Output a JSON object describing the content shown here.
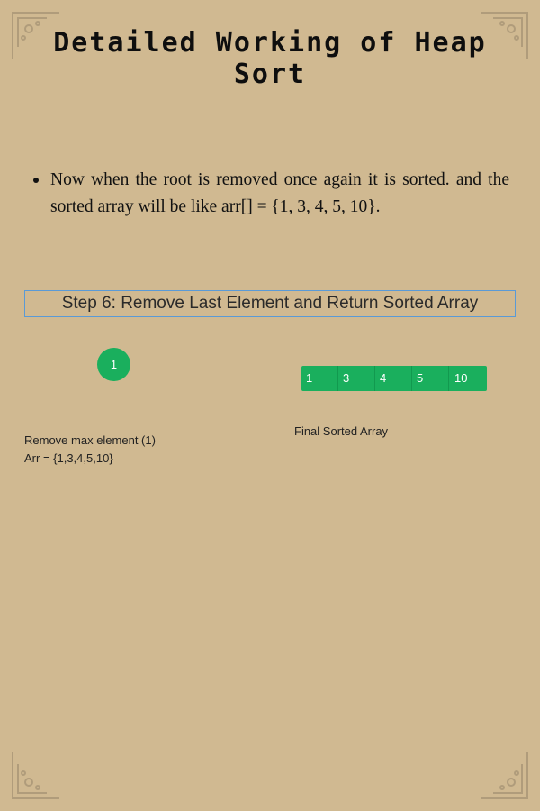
{
  "title": "Detailed Working of Heap Sort",
  "bullets": [
    "Now when the root is removed once again it is sorted. and the sorted array will be like arr[] = {1, 3, 4, 5, 10}."
  ],
  "step": {
    "title": "Step 6: Remove Last Element and Return Sorted Array"
  },
  "heap_node": "1",
  "sorted_array": {
    "values": [
      "1",
      "3",
      "4",
      "5",
      "10"
    ],
    "label": "Final Sorted Array"
  },
  "caption": {
    "line1": "Remove max element (1)",
    "line2": "Arr = {1,3,4,5,10}"
  },
  "colors": {
    "background": "#d0b991",
    "node": "#1aaf5d",
    "step_border": "#5a9ad6"
  }
}
